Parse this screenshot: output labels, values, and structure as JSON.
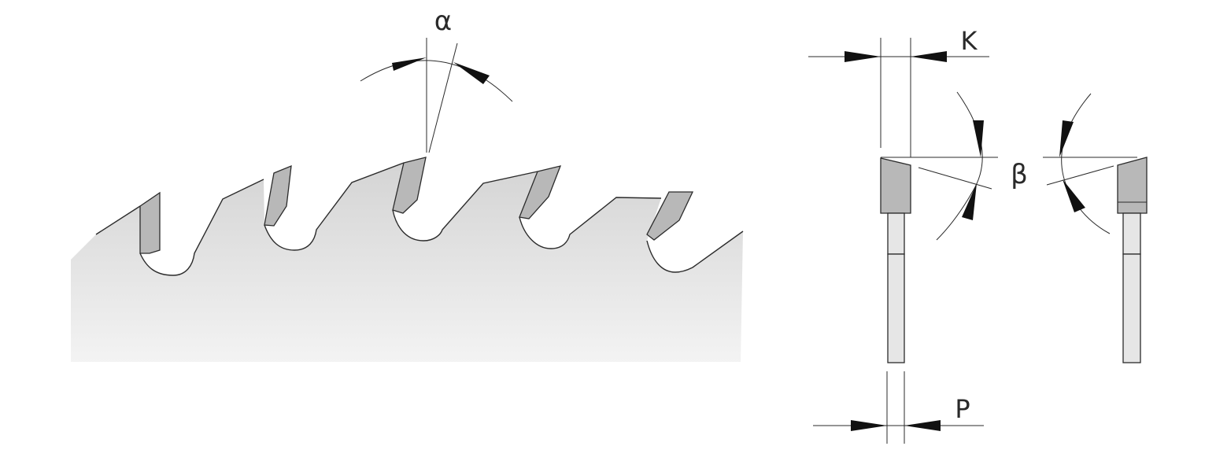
{
  "labels": {
    "alpha": "α",
    "beta": "β",
    "kerf": "K",
    "plate": "P"
  },
  "colors": {
    "blade_top": "#d6d6d6",
    "blade_bottom": "#f2f2f2",
    "tip": "#b8b8b8",
    "line": "#2b2b2b"
  }
}
